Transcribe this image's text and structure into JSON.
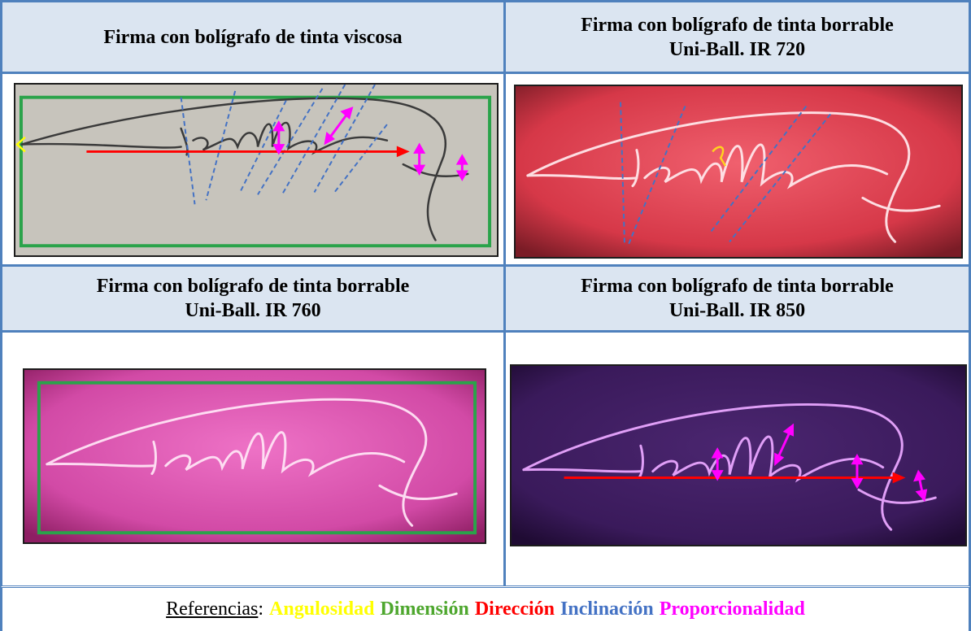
{
  "table": {
    "cells": [
      {
        "title_lines": [
          "Firma con bolígrafo de tinta viscosa"
        ]
      },
      {
        "title_lines": [
          "Firma con bolígrafo de tinta borrable",
          "Uni-Ball. IR 720"
        ]
      },
      {
        "title_lines": [
          "Firma con bolígrafo de tinta borrable",
          "Uni-Ball. IR 760"
        ]
      },
      {
        "title_lines": [
          "Firma con bolígrafo de tinta borrable",
          "Uni-Ball. IR 850"
        ]
      }
    ]
  },
  "references": {
    "label": "Referencias",
    "separator": ":",
    "items": [
      {
        "name": "Angulosidad",
        "color": "#ffff00"
      },
      {
        "name": "Dimensión",
        "color": "#4ea72e"
      },
      {
        "name": "Dirección",
        "color": "#ff0000"
      },
      {
        "name": "Inclinación",
        "color": "#4472c4"
      },
      {
        "name": "Proporcionalidad",
        "color": "#ff00ff"
      }
    ]
  },
  "signature_text": "Lionello",
  "photo_colors": {
    "viscosa": {
      "background": "#c7c4bc",
      "ink": "#3a3a3a"
    },
    "ir720": {
      "background": "#d9404f",
      "ink": "#ffe6ea"
    },
    "ir760": {
      "background": "#d24aa6",
      "ink": "#ffe3f5"
    },
    "ir850": {
      "background": "#3c1b5e",
      "ink": "#e9a6ff"
    }
  }
}
